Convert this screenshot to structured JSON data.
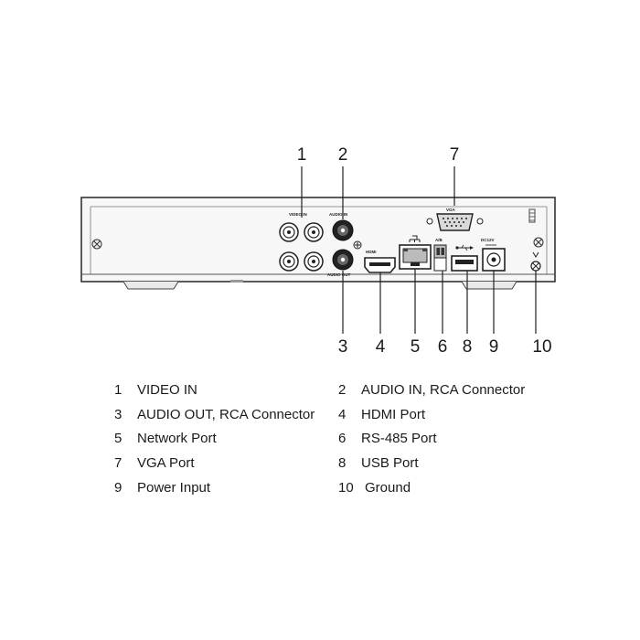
{
  "device_labels": {
    "video_in": "VIDEO IN",
    "audio_in": "AUDIO IN",
    "audio_out": "AUDIO OUT",
    "vga": "VGA",
    "hdmi": "HDMI",
    "rs485": "A/B",
    "dc": "DC12V"
  },
  "callouts": [
    "1",
    "2",
    "3",
    "4",
    "5",
    "6",
    "7",
    "8",
    "9",
    "10"
  ],
  "legend": [
    {
      "num": "1",
      "text": "VIDEO IN"
    },
    {
      "num": "2",
      "text": "AUDIO IN, RCA Connector"
    },
    {
      "num": "3",
      "text": "AUDIO OUT, RCA Connector"
    },
    {
      "num": "4",
      "text": "HDMI Port"
    },
    {
      "num": "5",
      "text": "Network Port"
    },
    {
      "num": "6",
      "text": "RS-485 Port"
    },
    {
      "num": "7",
      "text": "VGA Port"
    },
    {
      "num": "8",
      "text": "USB Port"
    },
    {
      "num": "9",
      "text": "Power Input"
    },
    {
      "num": "10",
      "text": "Ground"
    }
  ]
}
